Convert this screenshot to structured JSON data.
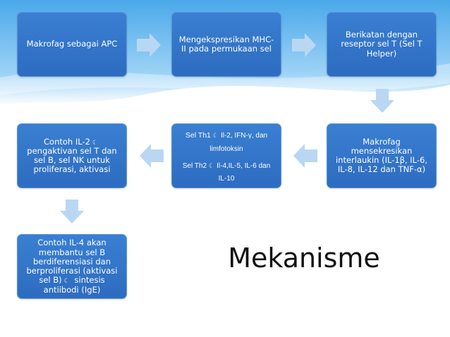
{
  "title": "Mekanisme",
  "colors": {
    "box_fill": "#3374c9",
    "box_border": "#5a95dc",
    "arrow_fill": "#b9d7f3",
    "banner_top": "#5ab2ec"
  },
  "boxes": {
    "apc": "Makrofag sebagai APC",
    "mhc": "Mengekspresikan MHC-II pada permukaan sel",
    "receptor": "Berikatan dengan reseptor sel T (Sel T Helper)",
    "interleukin": "Makrofag mensekresikan interlaukin (IL-1β, IL-6, IL-8, IL-12 dan TNF-α)",
    "th": {
      "th1_label": "Sel Th1",
      "th1_text": "Il-2, IFN-γ, dan limfotoksin",
      "th2_label": "Sel Th2",
      "th2_text": "Il-4,IL-5, IL-6 dan IL-10"
    },
    "il2": {
      "label": "Contoh IL-2",
      "text": "pengaktivan sel T dan sel B, sel NK untuk proliferasi, aktivasi"
    },
    "il4": {
      "text_a": "Contoh IL-4 akan membantu sel B berdiferensiasi dan berproliferasi (aktivasi sel B)",
      "text_b": "sintesis antiibodi (IgE)"
    }
  },
  "icons": {
    "arrow_symbol": "☾"
  }
}
